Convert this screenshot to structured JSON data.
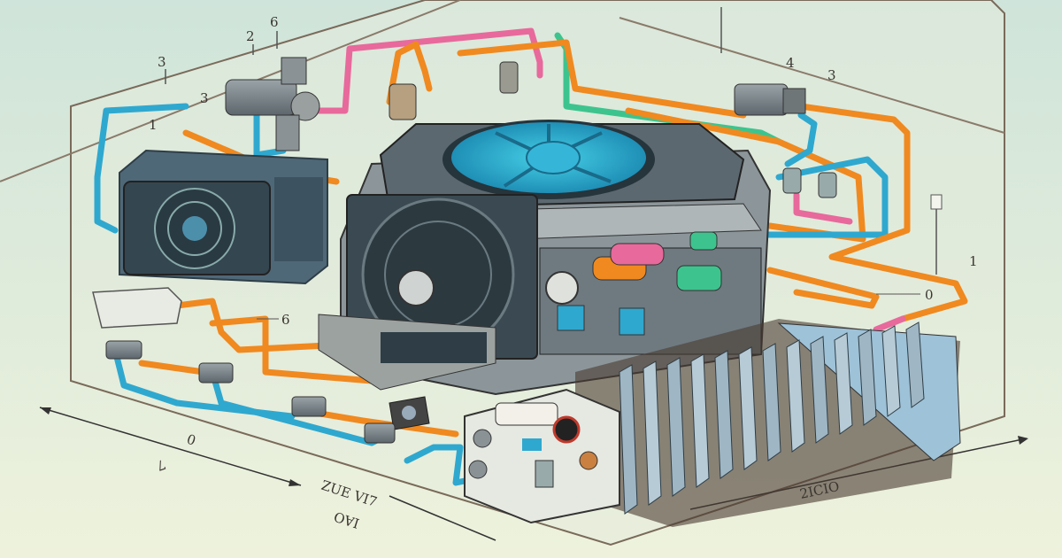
{
  "labels": {
    "top_left_a": "3",
    "top_left_b": "2",
    "top_left_c": "6",
    "valve_label": "3",
    "left_small": "1",
    "top_right_a": "4",
    "top_right_b": "3",
    "right_mid": "1",
    "right_circle": "0",
    "left_wire": "6",
    "bottom_left_a": "0",
    "bottom_left_b": "7",
    "bottom_mid_a": "ZUE VI7",
    "bottom_mid_b": "IAO",
    "bottom_right": "2ICIO"
  },
  "colors": {
    "background_top": "#cfe4da",
    "background_bottom": "#eef2dc",
    "pipe_pink": "#e8699c",
    "pipe_orange": "#f0891f",
    "pipe_blue": "#2fa8cf",
    "pipe_green": "#3dc48e",
    "fan_blade": "#3fc0dc",
    "metal": "#7f8a90",
    "heatsink": "#a9bfcc"
  }
}
